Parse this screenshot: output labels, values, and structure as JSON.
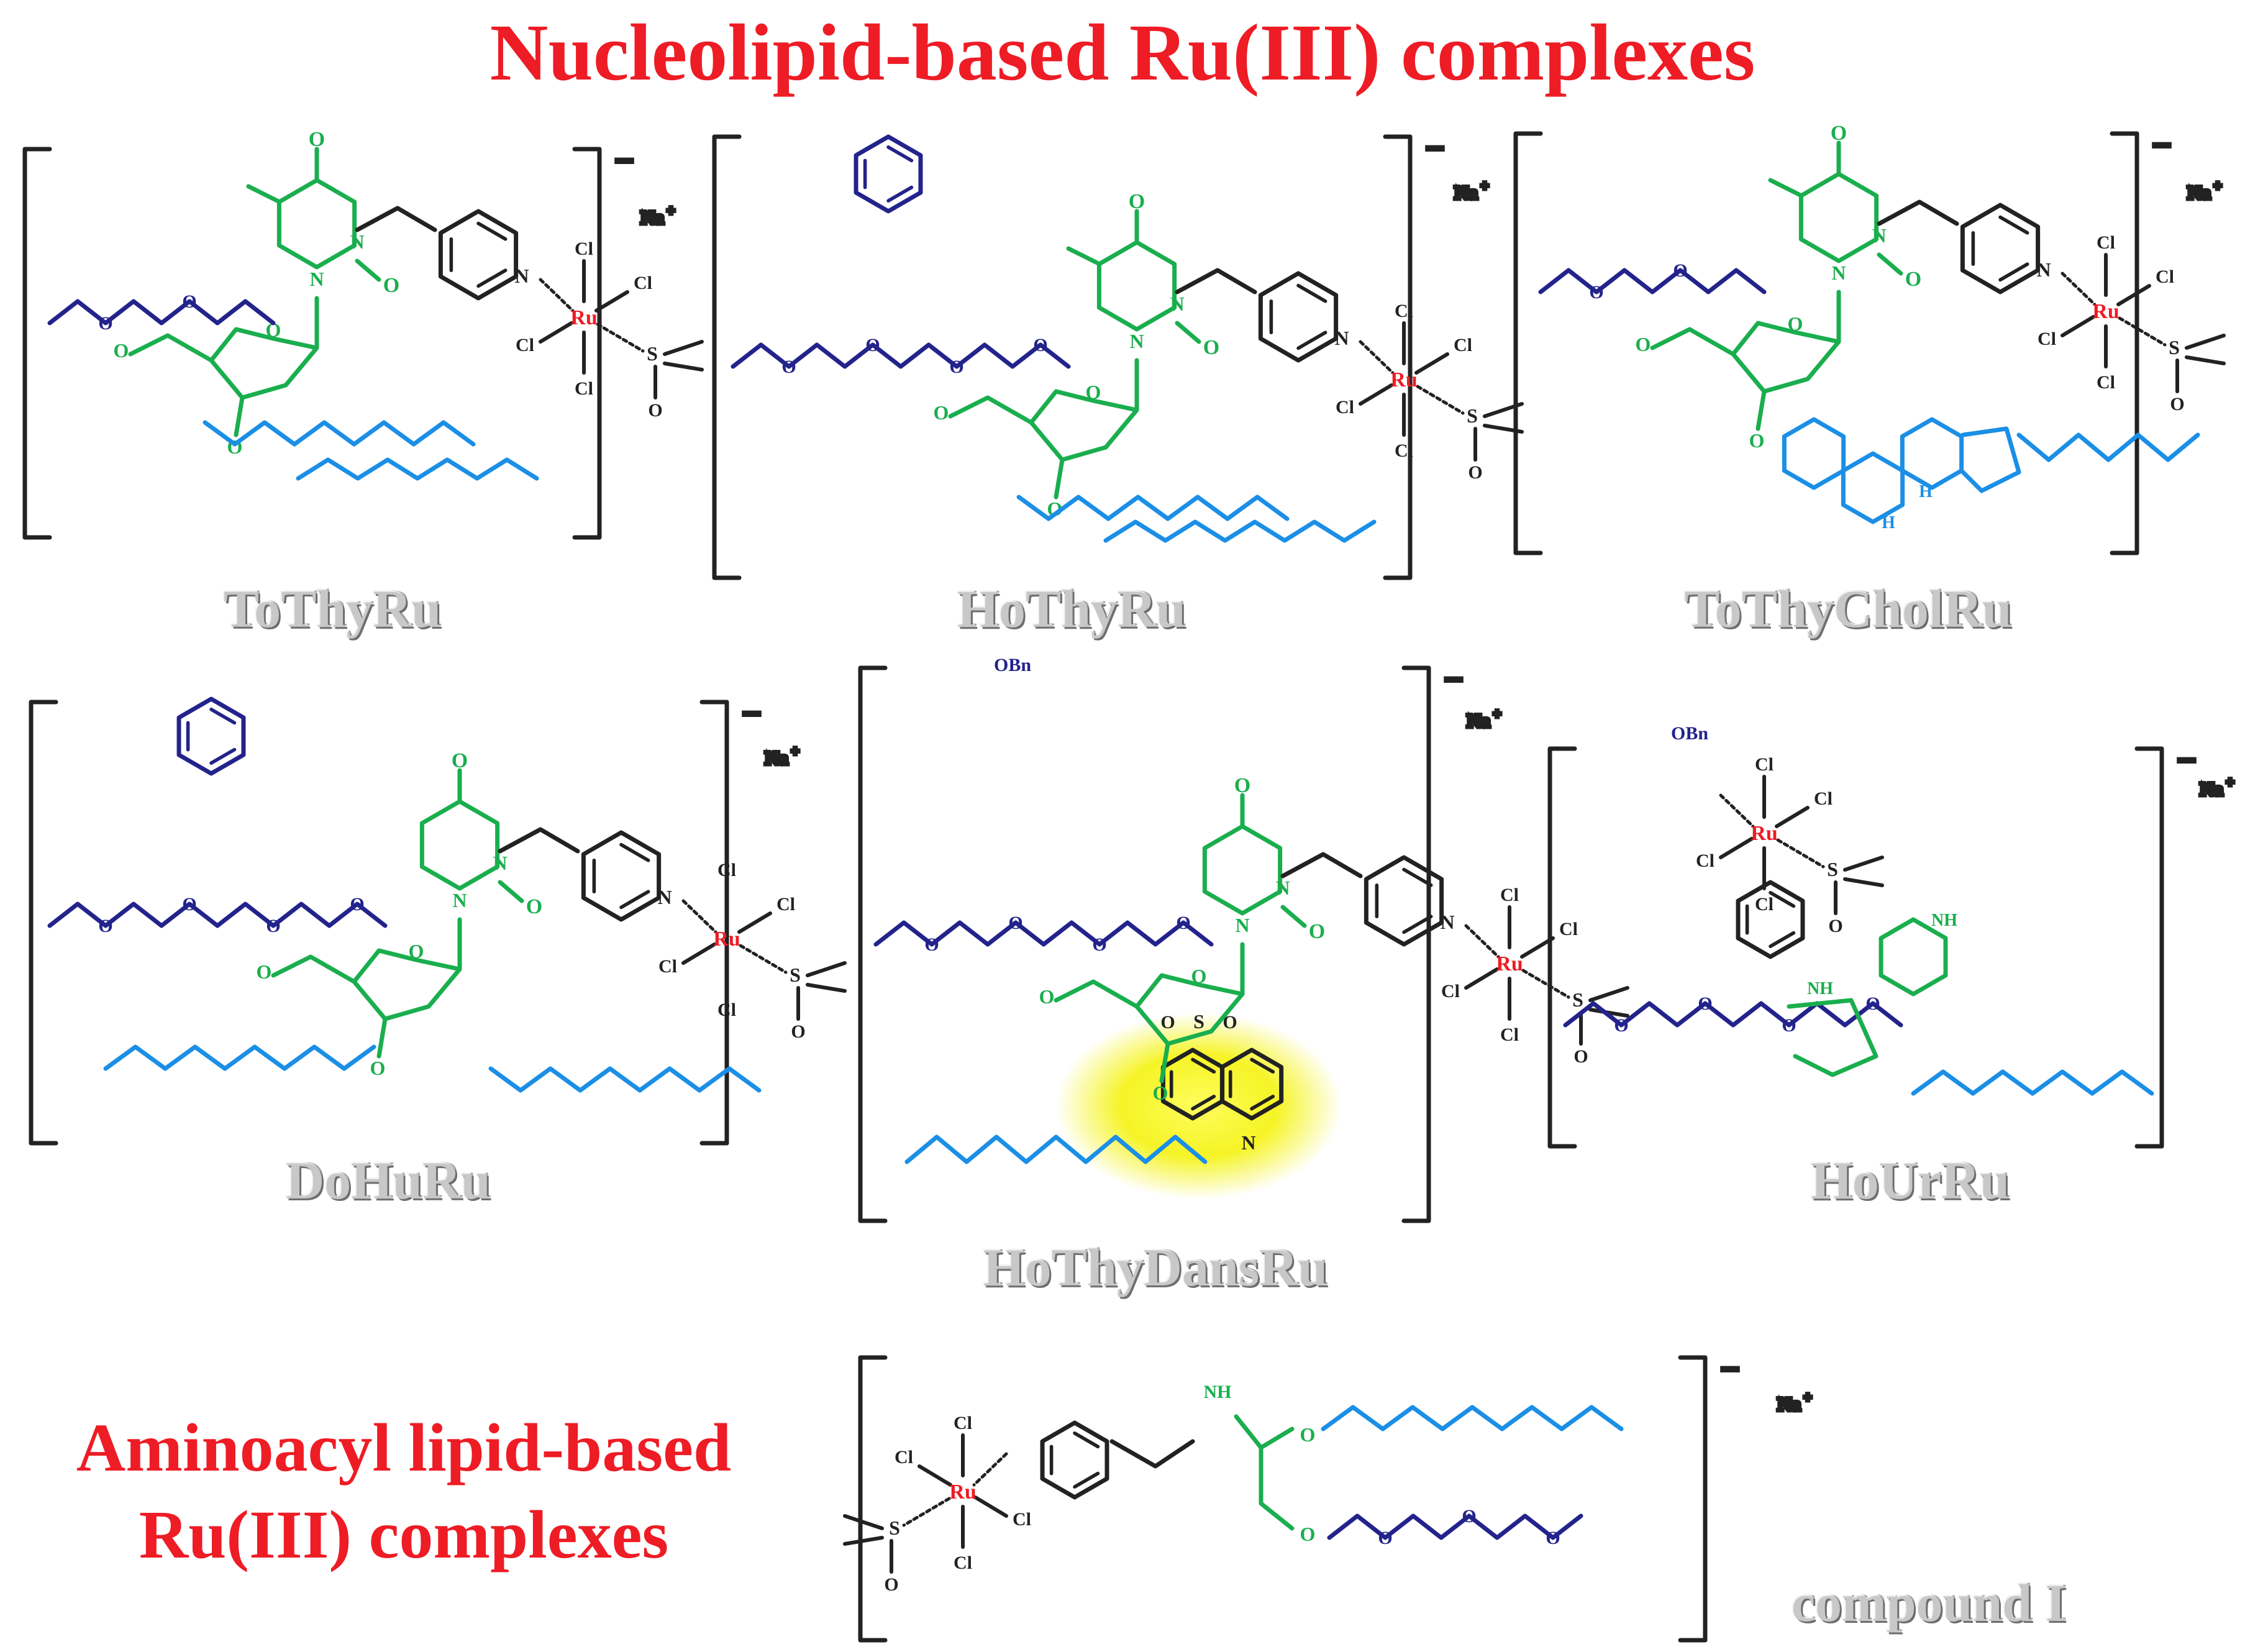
{
  "titles": {
    "nucleolipid": "Nucleolipid-based Ru(III) complexes",
    "aminoacyl": "Aminoacyl lipid-based Ru(III) complexes"
  },
  "compounds": [
    {
      "name": "ToThyRu"
    },
    {
      "name": "HoThyRu"
    },
    {
      "name": "ToThyCholRu"
    },
    {
      "name": "DoHuRu"
    },
    {
      "name": "HoThyDansRu"
    },
    {
      "name": "HoUrRu"
    },
    {
      "name": "compound I"
    }
  ],
  "labels": {
    "charge": "–",
    "counterion": "Na",
    "counterion_sup": "+",
    "metal": "Ru",
    "chloride": "Cl",
    "sulfur": "S",
    "oxygen": "O",
    "nitrogen": "N",
    "hydrogen": "H",
    "nh": "NH",
    "obn": "OBn"
  },
  "colors": {
    "title": "#ee1c25",
    "name": "#c8c8c8",
    "nucleobase": "#1aae4e",
    "peg_chain": "#23238c",
    "lipid": "#1b8fe6",
    "ruthenium": "#ee1c25",
    "highlight": "#f4f200"
  }
}
